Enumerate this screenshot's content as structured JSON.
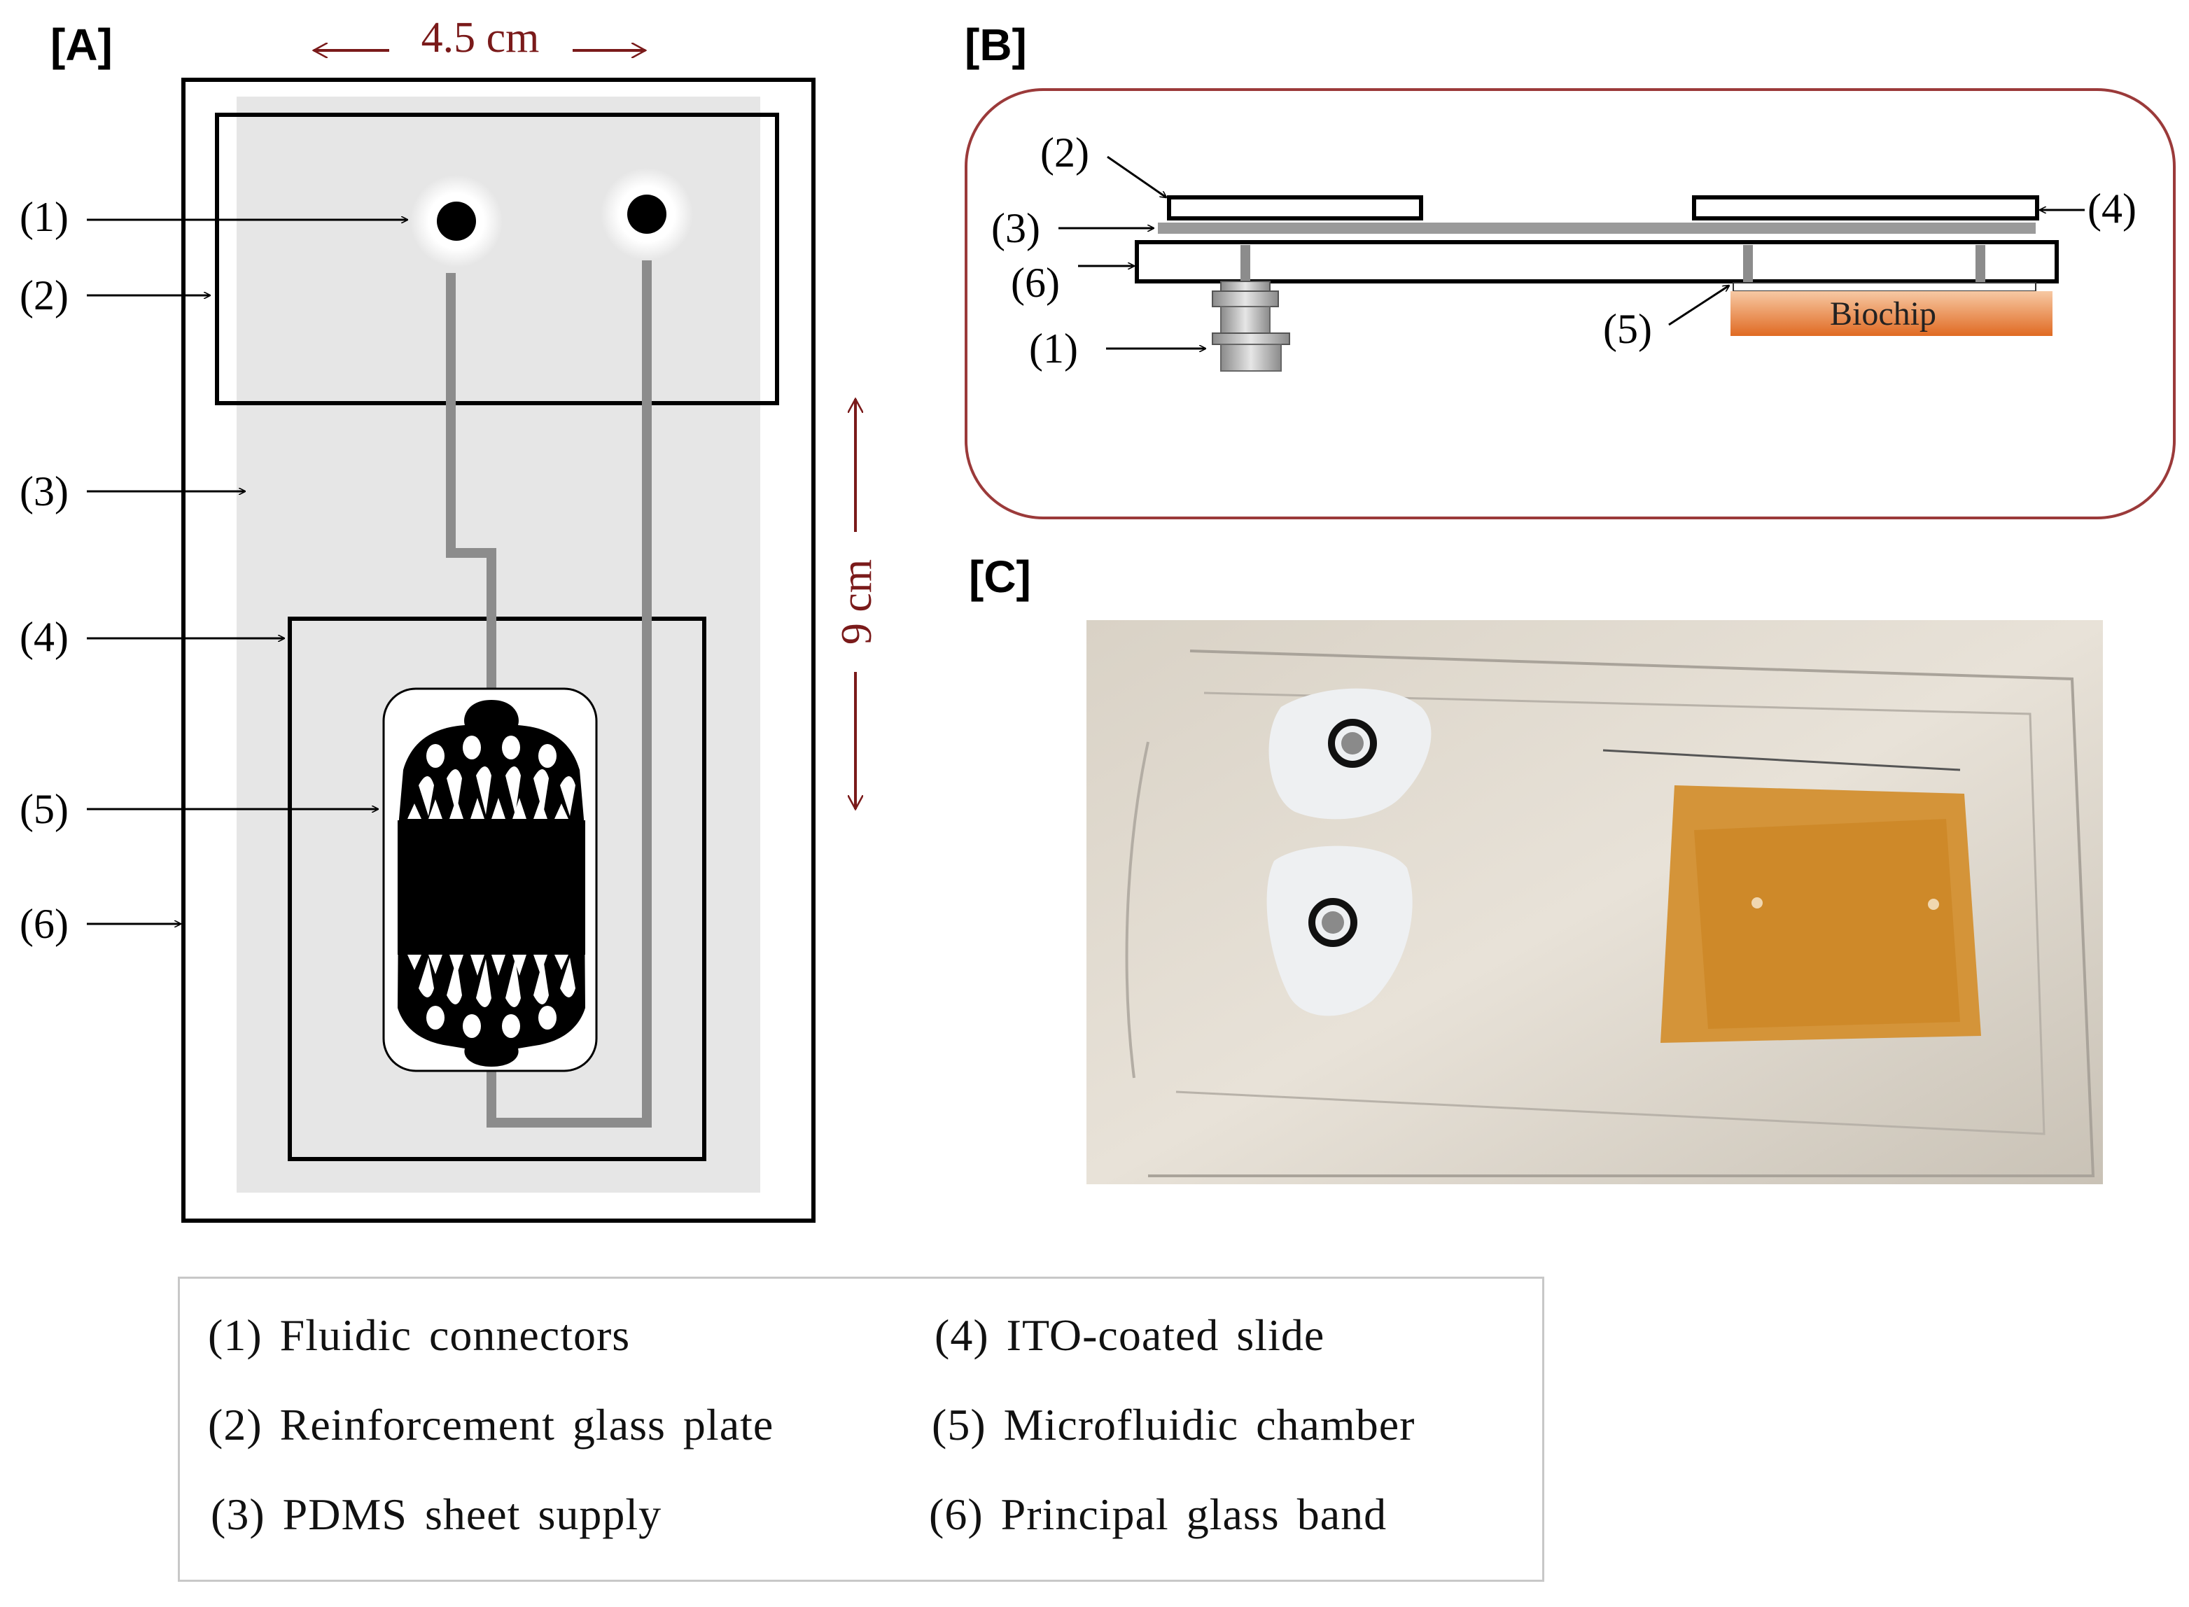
{
  "panels": {
    "a": {
      "label": "[A]",
      "width_label": "4.5 cm",
      "height_label": "9 cm"
    },
    "b": {
      "label": "[B]",
      "biochip_label": "Biochip"
    },
    "c": {
      "label": "[C]"
    }
  },
  "callouts": [
    "(1)",
    "(2)",
    "(3)",
    "(4)",
    "(5)",
    "(6)"
  ],
  "legend": {
    "items": [
      "(1) Fluidic connectors",
      "(2) Reinforcement glass plate",
      "(3) PDMS sheet supply",
      "(4) ITO-coated slide",
      "(5) Microfluidic chamber",
      "(6) Principal glass band"
    ]
  },
  "colors": {
    "dimension": "#7a1a1a",
    "pdms": "#e6e6e6",
    "channel": "#8c8c8c",
    "frame_b": "#9b3a3a",
    "biochip_top": "#f4b486",
    "biochip_bottom": "#e5762c"
  }
}
